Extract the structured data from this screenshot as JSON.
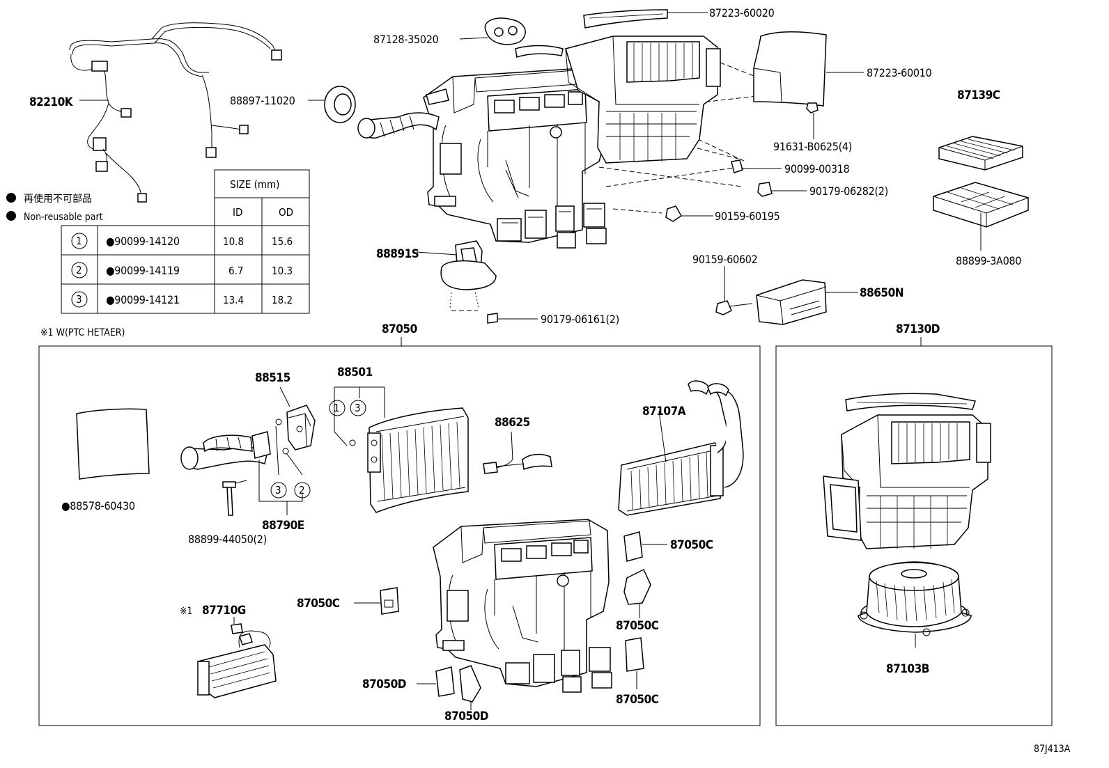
{
  "diagram_code": "87J413A",
  "note": {
    "jp": "再使用不可部品",
    "en": "Non-reusable part",
    "ptc": "※1 W(PTC HETAER)"
  },
  "table": {
    "size_header": "SIZE (mm)",
    "col_id": "ID",
    "col_od": "OD",
    "rows": [
      {
        "idx": "1",
        "part": "●90099-14120",
        "id": "10.8",
        "od": "15.6"
      },
      {
        "idx": "2",
        "part": "●90099-14119",
        "id": "6.7",
        "od": "10.3"
      },
      {
        "idx": "3",
        "part": "●90099-14121",
        "id": "13.4",
        "od": "18.2"
      }
    ]
  },
  "labels": {
    "l_82210K": "82210K",
    "l_88897": "88897-11020",
    "l_87128": "87128-35020",
    "l_87223_20": "87223-60020",
    "l_87223_10": "87223-60010",
    "l_91631": "91631-B0625(4)",
    "l_90099_318": "90099-00318",
    "l_90179_282": "90179-06282(2)",
    "l_90159_195": "90159-60195",
    "l_88891S": "88891S",
    "l_90179_161": "90179-06161(2)",
    "l_90159_602": "90159-60602",
    "l_88650N": "88650N",
    "l_87139C": "87139C",
    "l_88899_3A": "88899-3A080",
    "l_87050": "87050",
    "l_87130D": "87130D",
    "l_88515": "88515",
    "l_88501": "88501",
    "l_88625": "88625",
    "l_87107A": "87107A",
    "l_88578": "●88578-60430",
    "l_88790E": "88790E",
    "l_88899_44": "88899-44050(2)",
    "l_87050C_a": "87050C",
    "l_87050C_b": "87050C",
    "l_87050C_c": "87050C",
    "l_87050C_d": "87050C",
    "l_87710G": "87710G",
    "l_87710G_mark": "※1",
    "l_87050D_a": "87050D",
    "l_87050D_b": "87050D",
    "l_87103B": "87103B",
    "c1": "1",
    "c2": "2",
    "c3": "3",
    "c3b": "3",
    "c1b": "1",
    "c2b": "2"
  }
}
